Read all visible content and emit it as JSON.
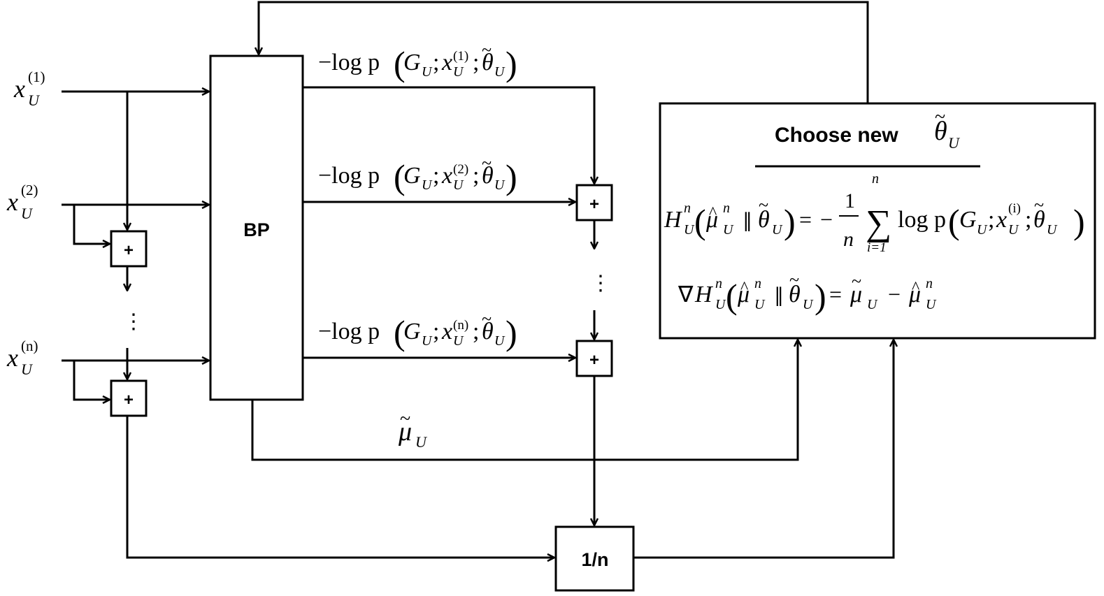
{
  "blocks": {
    "bp_label": "BP",
    "choose_title": "Choose new",
    "plus_symbol": "+",
    "one_over_n": "1/n"
  },
  "symbols": {
    "x": "x",
    "U": "U",
    "sup1": "(1)",
    "sup2": "(2)",
    "supn": "(n)",
    "supi": "(i)",
    "theta": "θ",
    "tilde": "~",
    "mu": "μ",
    "hat": "^",
    "neg_log_p": "−log p",
    "log_p": "log p",
    "G": "G",
    "H": "H",
    "nabla": "∇",
    "n": "n",
    "one": "1",
    "sum": "∑",
    "i_eq_1": "i=1",
    "minus": "−",
    "equals": "=",
    "bar": "∥",
    "semicolon": ";",
    "vdots": "⋮"
  }
}
